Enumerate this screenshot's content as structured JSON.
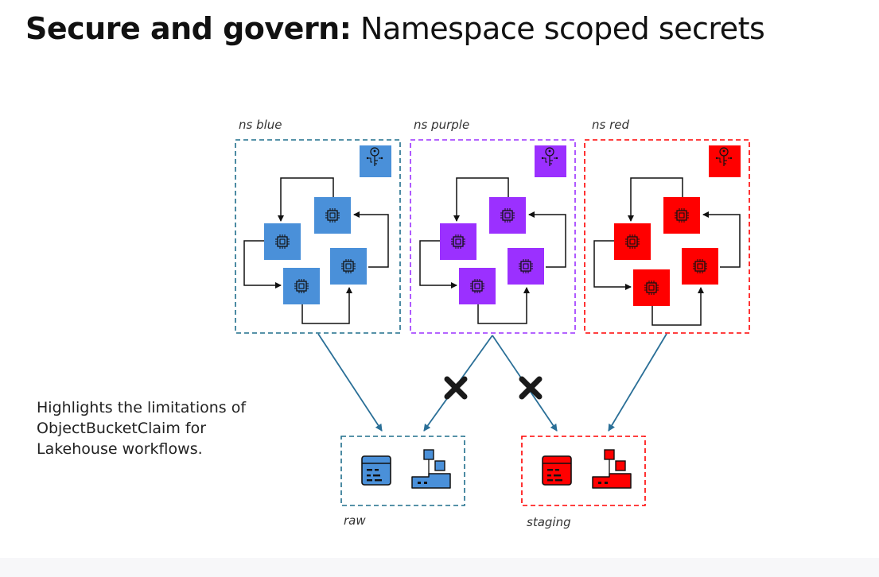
{
  "title": {
    "bold": "Secure and govern:",
    "regular": "Namespace scoped secrets"
  },
  "description": "Highlights the limitations of ObjectBucketClaim for Lakehouse workflows.",
  "namespaces": [
    {
      "label": "ns blue",
      "color": "#4a90d9",
      "border": "#1f6e8c"
    },
    {
      "label": "ns purple",
      "color": "#9b30ff",
      "border": "#9b30ff"
    },
    {
      "label": "ns red",
      "color": "#ff0000",
      "border": "#ff0000"
    }
  ],
  "buckets": [
    {
      "label": "raw",
      "color": "#4a90d9",
      "border": "#1f6e8c"
    },
    {
      "label": "staging",
      "color": "#ff0000",
      "border": "#ff0000"
    }
  ],
  "arrow_color": "#2a6f97",
  "icons": {
    "namespace_key": "key-icon",
    "pod": "chip-icon",
    "bucket_table": "table-icon",
    "bucket_storage": "storage-icon",
    "blocked": "x-mark-icon"
  }
}
